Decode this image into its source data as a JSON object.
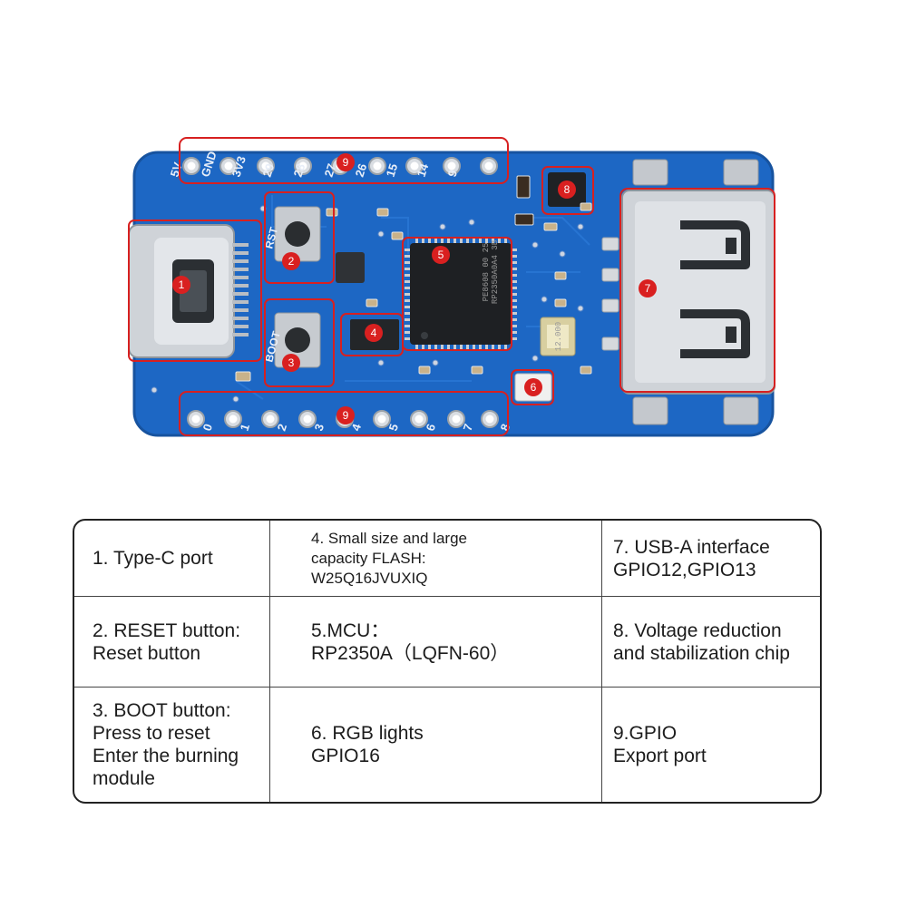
{
  "board": {
    "top_pins": [
      "5V",
      "GND",
      "3V3",
      "29",
      "28",
      "27",
      "26",
      "15",
      "14",
      "9"
    ],
    "bottom_pins": [
      "0",
      "1",
      "2",
      "3",
      "4",
      "5",
      "6",
      "7",
      "8"
    ],
    "reset_label": "RST",
    "boot_label": "BOOT",
    "mcu_marking": [
      "RP2350A0A4 3B",
      "PE8608 00 25"
    ],
    "crystal_marking": "12.000",
    "callouts": [
      "1",
      "2",
      "3",
      "4",
      "5",
      "6",
      "7",
      "8",
      "9",
      "9"
    ]
  },
  "legend": {
    "rows": [
      [
        [
          "1. Type-C port"
        ],
        [
          "4. Small size and large",
          "capacity FLASH:",
          "W25Q16JVUXIQ"
        ],
        [
          "7. USB-A interface",
          "GPIO12,GPIO13"
        ]
      ],
      [
        [
          "2. RESET button:",
          "Reset button"
        ],
        [
          "5.MCU：",
          "RP2350A（LQFN-60）"
        ],
        [
          "8. Voltage reduction",
          "and stabilization chip"
        ]
      ],
      [
        [
          "3. BOOT button:",
          "Press to reset",
          "Enter the burning",
          "module"
        ],
        [
          "6. RGB lights",
          "GPIO16"
        ],
        [
          "9.GPIO",
          "Export port"
        ]
      ]
    ]
  },
  "colors": {
    "pcb": "#1d67c4",
    "pcb_edge": "#17539f",
    "highlight": "#d72020",
    "metal": "#c9cdd2"
  }
}
